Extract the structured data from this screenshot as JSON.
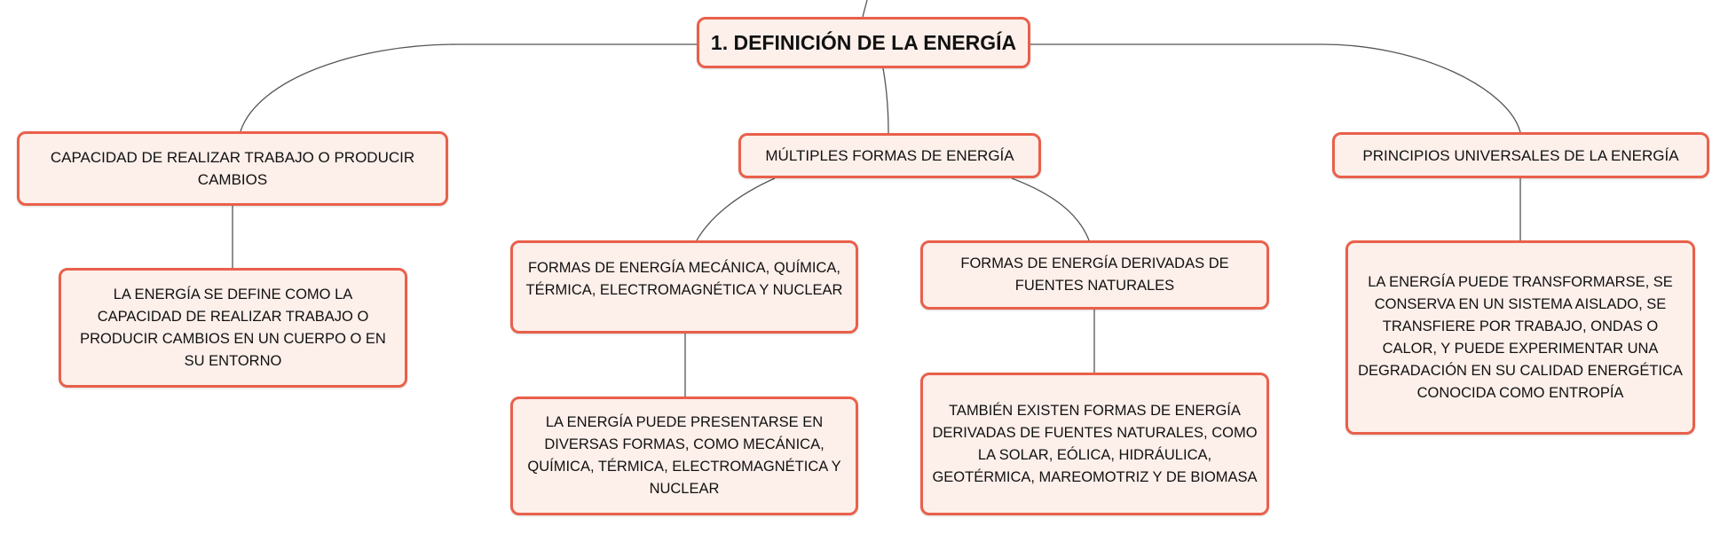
{
  "colors": {
    "node_fill": "#fdefea",
    "node_border": "#e9604b",
    "link": "#555555"
  },
  "root": {
    "label": "1. DEFINICIÓN DE LA ENERGÍA"
  },
  "branches": [
    {
      "label": "CAPACIDAD DE REALIZAR TRABAJO O PRODUCIR CAMBIOS",
      "children": [
        {
          "label": "LA ENERGÍA SE DEFINE COMO LA CAPACIDAD DE REALIZAR TRABAJO O PRODUCIR CAMBIOS EN UN CUERPO O EN SU ENTORNO"
        }
      ]
    },
    {
      "label": "MÚLTIPLES FORMAS DE ENERGÍA",
      "children": [
        {
          "label": "FORMAS DE ENERGÍA MECÁNICA, QUÍMICA, TÉRMICA, ELECTROMAGNÉTICA Y NUCLEAR",
          "children": [
            {
              "label": "LA ENERGÍA PUEDE PRESENTARSE EN DIVERSAS FORMAS, COMO MECÁNICA, QUÍMICA, TÉRMICA, ELECTROMAGNÉTICA Y NUCLEAR"
            }
          ]
        },
        {
          "label": "FORMAS DE ENERGÍA DERIVADAS DE FUENTES NATURALES",
          "children": [
            {
              "label": "TAMBIÉN EXISTEN FORMAS DE ENERGÍA DERIVADAS DE FUENTES NATURALES, COMO LA SOLAR, EÓLICA, HIDRÁULICA, GEOTÉRMICA, MAREOMOTRIZ Y DE BIOMASA"
            }
          ]
        }
      ]
    },
    {
      "label": "PRINCIPIOS UNIVERSALES DE LA ENERGÍA",
      "children": [
        {
          "label": "LA ENERGÍA PUEDE TRANSFORMARSE, SE CONSERVA EN UN SISTEMA AISLADO, SE TRANSFIERE POR TRABAJO, ONDAS O CALOR, Y PUEDE EXPERIMENTAR UNA DEGRADACIÓN EN SU CALIDAD ENERGÉTICA CONOCIDA COMO ENTROPÍA"
        }
      ]
    }
  ]
}
